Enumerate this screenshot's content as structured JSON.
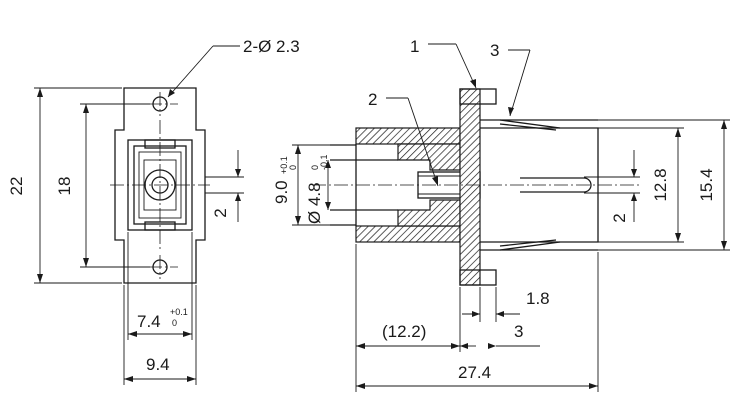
{
  "front_view": {
    "hole_callout": "2-Ø 2.3",
    "dim_height_total": "22",
    "dim_hole_spacing": "18",
    "dim_opening_width": "7.4",
    "dim_opening_tol_upper": "+0.1",
    "dim_opening_tol_lower": "0",
    "dim_body_width": "9.4",
    "dim_key_width": "2"
  },
  "side_view": {
    "callout_1": "1",
    "callout_2": "2",
    "callout_3": "3",
    "dim_outer_dia": "9.0",
    "dim_outer_dia_tol_upper": "+0.1",
    "dim_outer_dia_tol_lower": "0",
    "dim_sleeve_dia": "Ø 4.8",
    "dim_sleeve_dia_tol_upper": "0",
    "dim_sleeve_dia_tol_lower": "-0.1",
    "dim_width_inner": "12.8",
    "dim_width_outer": "15.4",
    "dim_key_width": "2",
    "dim_flange_thickness": "1.8",
    "dim_front_length": "(12.2)",
    "dim_flange_offset": "3",
    "dim_total_length": "27.4"
  }
}
